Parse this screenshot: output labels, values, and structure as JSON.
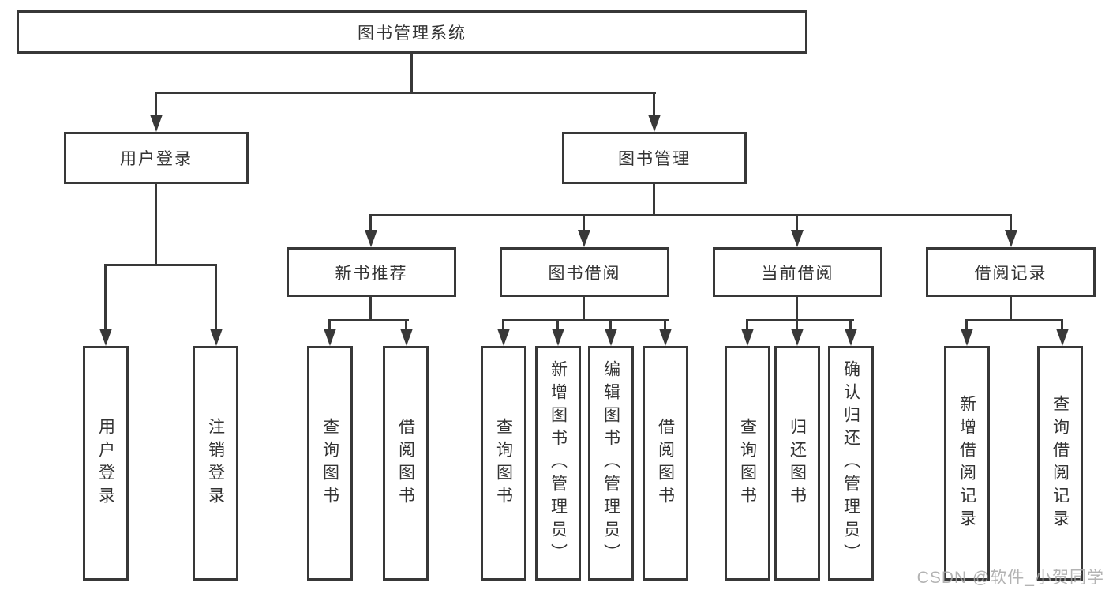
{
  "diagram": {
    "title_node": {
      "label": "图书管理系统"
    },
    "level2": [
      {
        "label": "用户登录"
      },
      {
        "label": "图书管理"
      }
    ],
    "level3": [
      {
        "label": "新书推荐"
      },
      {
        "label": "图书借阅"
      },
      {
        "label": "当前借阅"
      },
      {
        "label": "借阅记录"
      }
    ],
    "leaves": [
      {
        "label": "用户登录"
      },
      {
        "label": "注销登录"
      },
      {
        "label": "查询图书"
      },
      {
        "label": "借阅图书"
      },
      {
        "label": "查询图书"
      },
      {
        "label": "新增图书（管理员）"
      },
      {
        "label": "编辑图书（管理员）"
      },
      {
        "label": "借阅图书"
      },
      {
        "label": "查询图书"
      },
      {
        "label": "归还图书"
      },
      {
        "label": "确认归还（管理员）"
      },
      {
        "label": "新增借阅记录"
      },
      {
        "label": "查询借阅记录"
      }
    ],
    "colors": {
      "line": "#383838",
      "text": "#333333",
      "background": "#ffffff"
    }
  },
  "watermark": {
    "text": "CSDN @软件_小贺同学",
    "color": "#a6a6a6"
  }
}
